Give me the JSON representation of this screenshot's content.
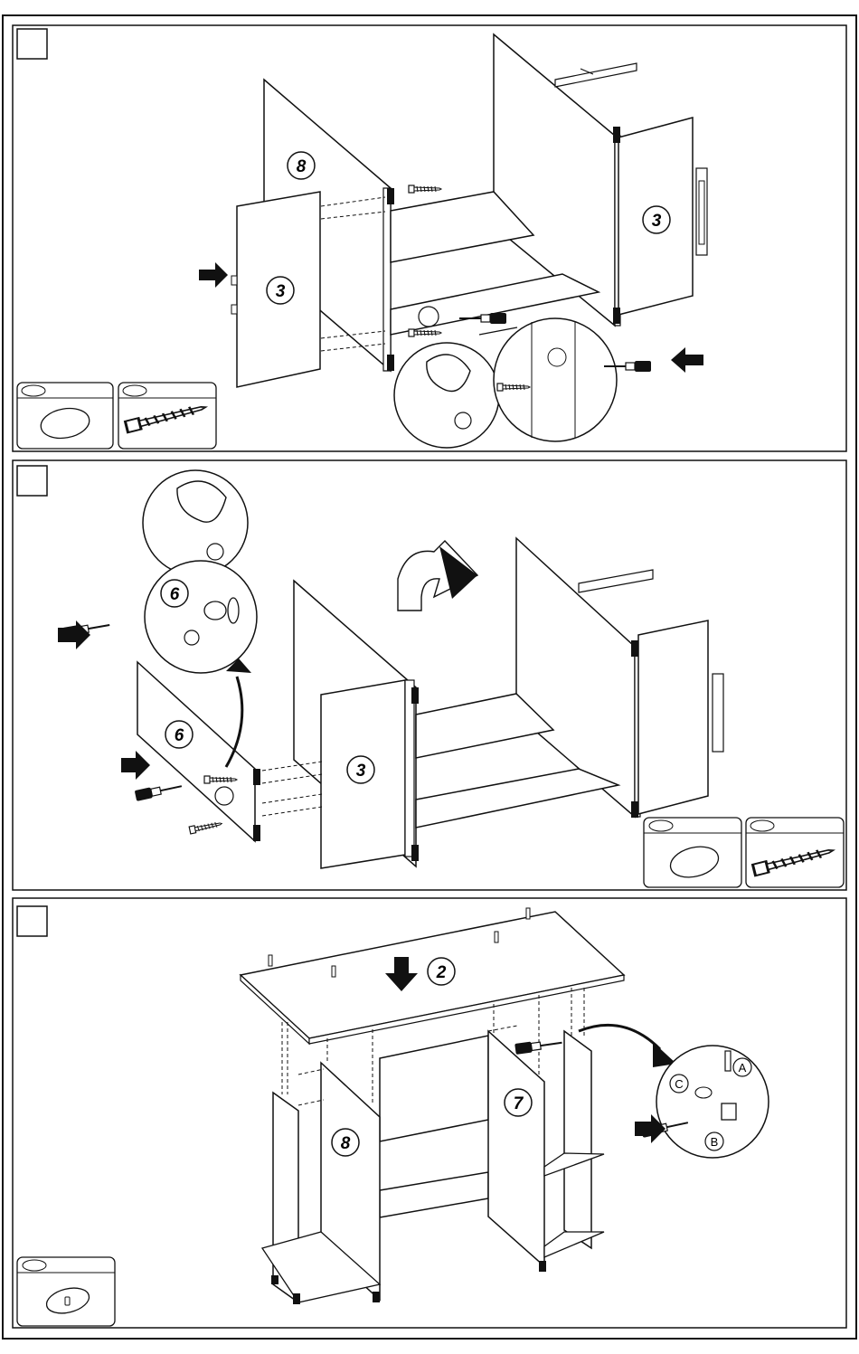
{
  "panels": [
    {
      "part_labels": [
        "8",
        "3",
        "3"
      ],
      "hardware": [
        {
          "icon": "cam-lock-icon",
          "count": ""
        },
        {
          "icon": "dowel-screw-icon",
          "count": ""
        }
      ]
    },
    {
      "part_labels": [
        "6",
        "6",
        "3"
      ],
      "hardware": [
        {
          "icon": "cam-lock-icon",
          "count": ""
        },
        {
          "icon": "dowel-screw-icon",
          "count": ""
        }
      ]
    },
    {
      "part_labels": [
        "2",
        "8",
        "7"
      ],
      "detail_letters": [
        "A",
        "B",
        "C"
      ],
      "hardware": [
        {
          "icon": "cam-bolt-cap-icon",
          "count": ""
        }
      ]
    }
  ],
  "colors": {
    "line": "#1a1a1a",
    "paper": "#ffffff",
    "arrow": "#111111"
  }
}
